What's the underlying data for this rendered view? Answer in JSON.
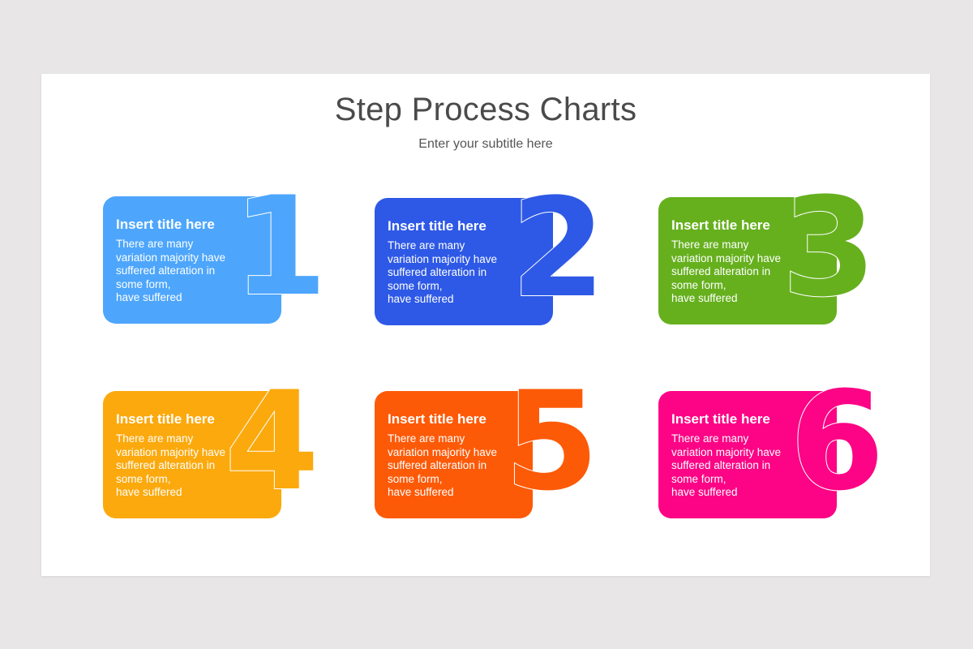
{
  "slide": {
    "title": "Step Process Charts",
    "subtitle": "Enter your subtitle here"
  },
  "steps": [
    {
      "number": "1",
      "title": "Insert title here",
      "body": "There are many\nvariation majority have\nsuffered alteration in\nsome form,\nhave suffered",
      "color": "#4da6fc"
    },
    {
      "number": "2",
      "title": "Insert title here",
      "body": "There are many\nvariation majority have\nsuffered alteration in\nsome form,\nhave suffered",
      "color": "#2e59e6"
    },
    {
      "number": "3",
      "title": "Insert title here",
      "body": "There are many\nvariation majority have\nsuffered alteration in\nsome form,\nhave suffered",
      "color": "#66b01e"
    },
    {
      "number": "4",
      "title": "Insert title here",
      "body": "There are many\nvariation majority have\nsuffered alteration in\nsome form,\nhave suffered",
      "color": "#fba90d"
    },
    {
      "number": "5",
      "title": "Insert title here",
      "body": "There are many\nvariation majority have\nsuffered alteration in\nsome form,\nhave suffered",
      "color": "#fd5a08"
    },
    {
      "number": "6",
      "title": "Insert title here",
      "body": "There are many\nvariation majority have\nsuffered alteration in\nsome form,\nhave suffered",
      "color": "#fc0485"
    }
  ],
  "colors": {
    "background": "#e8e6e7",
    "slide": "#ffffff",
    "title": "#4a4a4a"
  }
}
